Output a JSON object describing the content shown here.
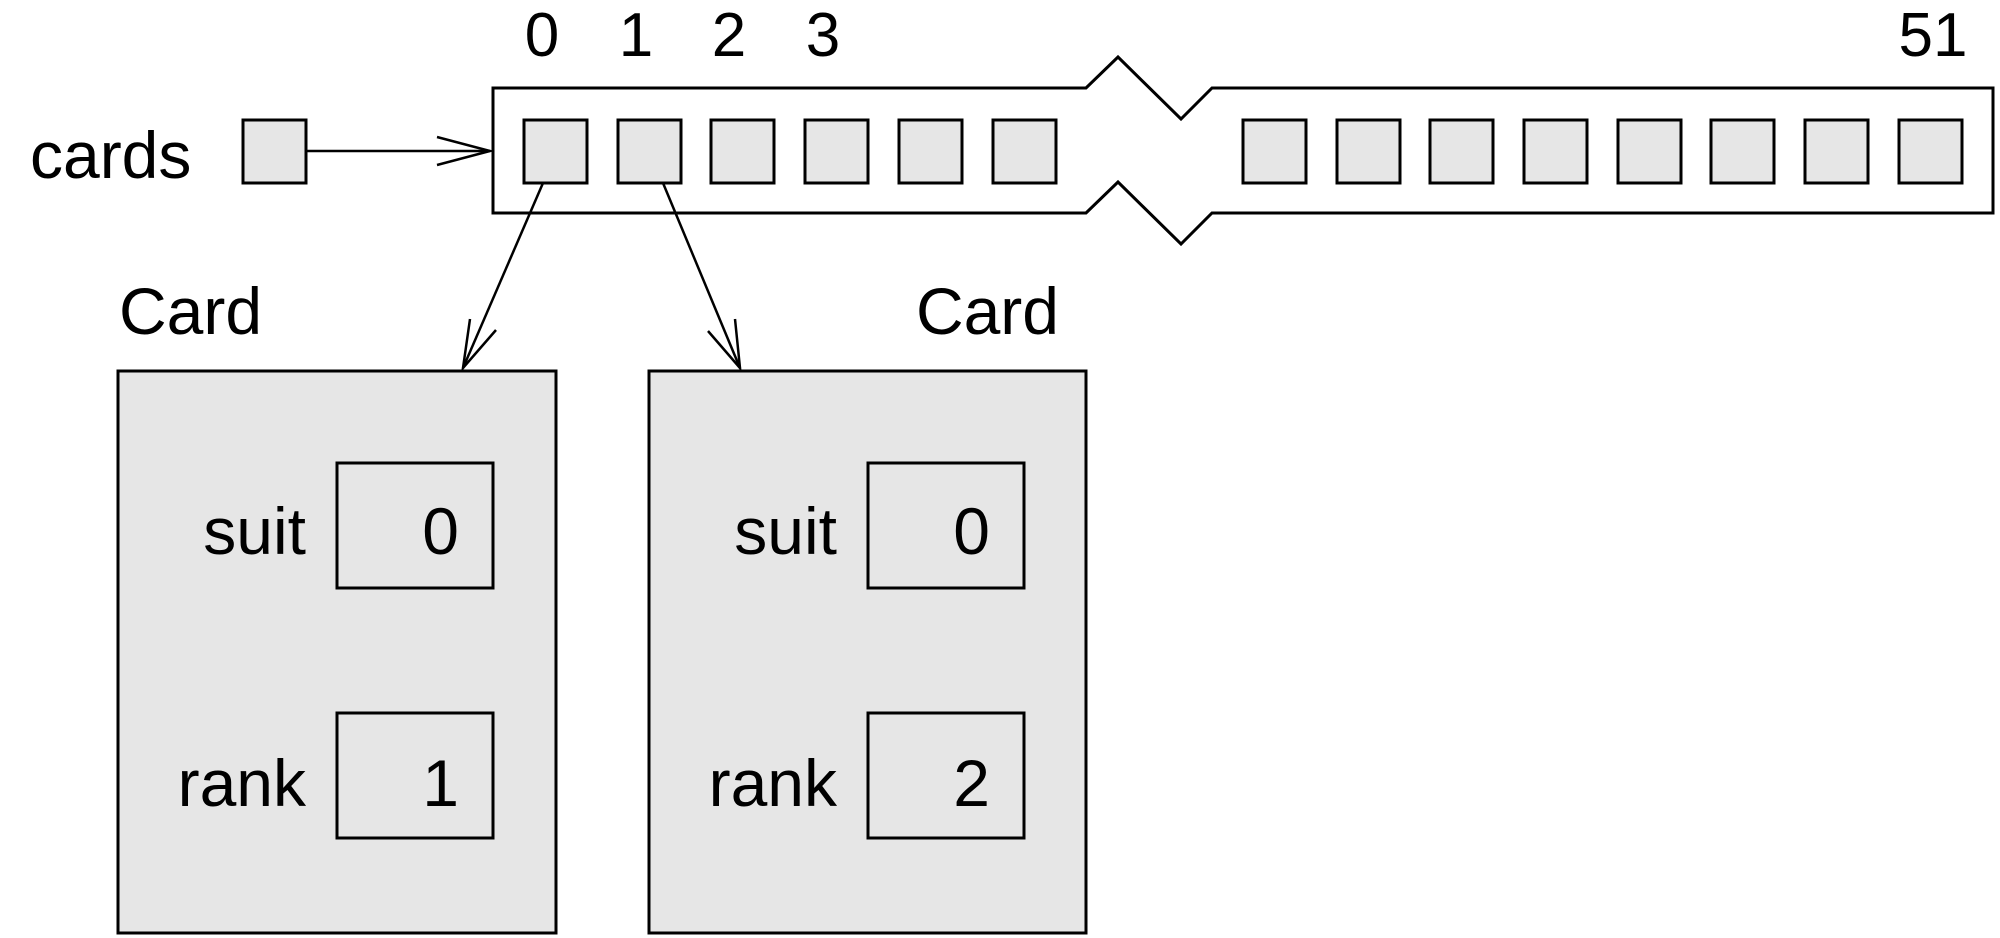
{
  "variable": {
    "name": "cards"
  },
  "array": {
    "indices": [
      "0",
      "1",
      "2",
      "3",
      "51"
    ]
  },
  "cards": [
    {
      "type_label": "Card",
      "fields": [
        {
          "name": "suit",
          "value": "0"
        },
        {
          "name": "rank",
          "value": "1"
        }
      ]
    },
    {
      "type_label": "Card",
      "fields": [
        {
          "name": "suit",
          "value": "0"
        },
        {
          "name": "rank",
          "value": "2"
        }
      ]
    }
  ],
  "colors": {
    "fill": "#e6e6e6",
    "stroke": "#000000",
    "background": "#ffffff"
  }
}
